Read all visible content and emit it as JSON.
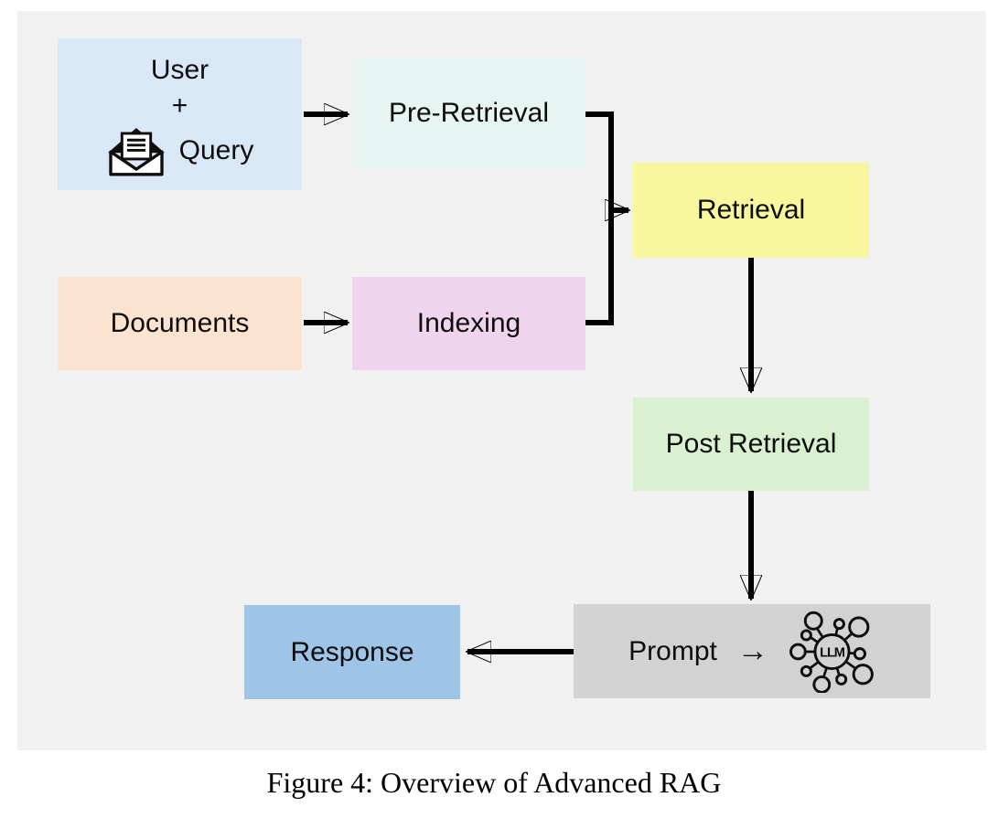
{
  "page": {
    "background": "#ffffff",
    "panel_background": "#f1f1f2",
    "line_color": "#000000",
    "text_color": "#0d0d0d"
  },
  "caption": "Figure 4: Overview of Advanced RAG",
  "diagram": {
    "nodes": {
      "user_query": {
        "line1": "User",
        "line2": "+",
        "line3": "Query",
        "color": "#d9e8f6"
      },
      "pre_retrieval": {
        "label": "Pre-Retrieval",
        "color": "#e6f4f2"
      },
      "retrieval": {
        "label": "Retrieval",
        "color": "#f8f79d"
      },
      "documents": {
        "label": "Documents",
        "color": "#fce3cf"
      },
      "indexing": {
        "label": "Indexing",
        "color": "#f0d4ee"
      },
      "post_retrieval": {
        "label": "Post Retrieval",
        "color": "#d9f1d0"
      },
      "prompt": {
        "label": "Prompt",
        "arrow_glyph": "→",
        "color": "#d2d2d2"
      },
      "response": {
        "label": "Response",
        "color": "#9ec5e8"
      },
      "llm": {
        "label": "LLM"
      }
    },
    "edges": [
      {
        "from": "user_query",
        "to": "pre_retrieval"
      },
      {
        "from": "documents",
        "to": "indexing"
      },
      {
        "from": "pre_retrieval",
        "to": "retrieval"
      },
      {
        "from": "indexing",
        "to": "retrieval"
      },
      {
        "from": "retrieval",
        "to": "post_retrieval"
      },
      {
        "from": "post_retrieval",
        "to": "prompt"
      },
      {
        "from": "prompt",
        "to": "response"
      }
    ],
    "icons": {
      "mail": "open-envelope-with-letter",
      "llm": "network-of-circles-around-llm-core"
    }
  }
}
